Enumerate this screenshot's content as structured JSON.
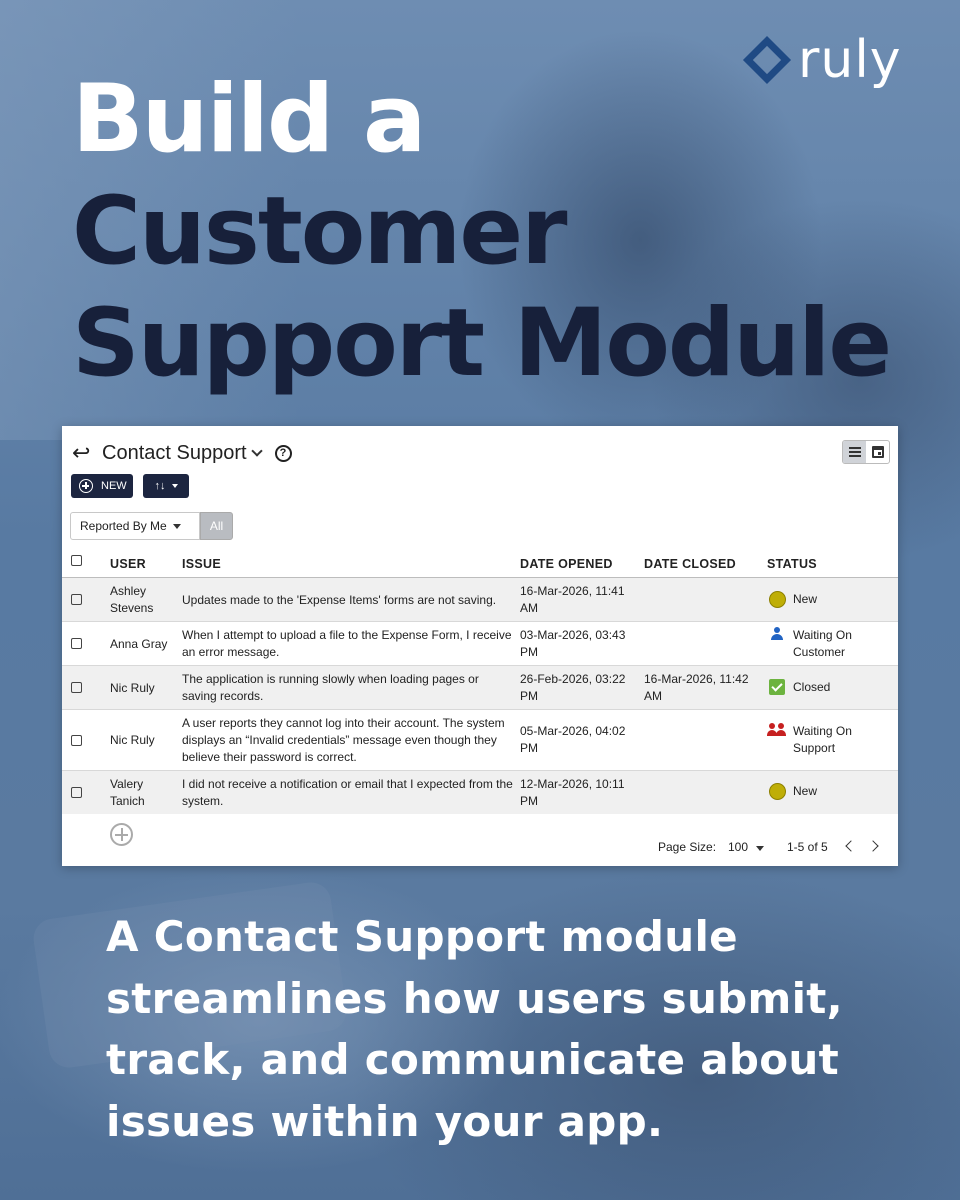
{
  "brand": {
    "logo_text": "ruly",
    "logo_color": "#1f4a84"
  },
  "headline": {
    "line1": "Build a",
    "line2": "Customer",
    "line3": "Support Module"
  },
  "app": {
    "page_title": "Contact Support",
    "new_button": "NEW",
    "sort_icon": "↑↓",
    "filter": {
      "selected": "Reported By Me",
      "all_label": "All"
    },
    "columns": [
      "USER",
      "ISSUE",
      "DATE OPENED",
      "DATE CLOSED",
      "STATUS"
    ],
    "rows": [
      {
        "user": "Ashley Stevens",
        "issue": "Updates made to the 'Expense Items' forms are not saving.",
        "date_opened": "16-Mar-2026, 11:41 AM",
        "date_closed": "",
        "status": "New",
        "status_icon": "yellow-dot-icon"
      },
      {
        "user": "Anna Gray",
        "issue": "When I attempt to upload a file to the Expense Form, I receive an error message.",
        "date_opened": "03-Mar-2026, 03:43 PM",
        "date_closed": "",
        "status": "Waiting On Customer",
        "status_icon": "person-icon"
      },
      {
        "user": "Nic Ruly",
        "issue": "The application is running slowly when loading pages or saving records.",
        "date_opened": "26-Feb-2026, 03:22 PM",
        "date_closed": "16-Mar-2026, 11:42 AM",
        "status": "Closed",
        "status_icon": "green-check-icon"
      },
      {
        "user": "Nic Ruly",
        "issue": "A user reports they cannot log into their account. The system displays an “Invalid credentials” message even though they believe their password is correct.",
        "date_opened": "05-Mar-2026, 04:02 PM",
        "date_closed": "",
        "status": "Waiting On Support",
        "status_icon": "people-icon"
      },
      {
        "user": "Valery Tanich",
        "issue": "I did not receive a notification or email that I expected from the system.",
        "date_opened": "12-Mar-2026, 10:11 PM",
        "date_closed": "",
        "status": "New",
        "status_icon": "yellow-dot-icon"
      }
    ],
    "pager": {
      "page_size_label": "Page Size:",
      "page_size": "100",
      "range": "1-5 of 5"
    }
  },
  "subheadline": "A Contact Support module streamlines how users submit, track, and communicate about issues within your app."
}
